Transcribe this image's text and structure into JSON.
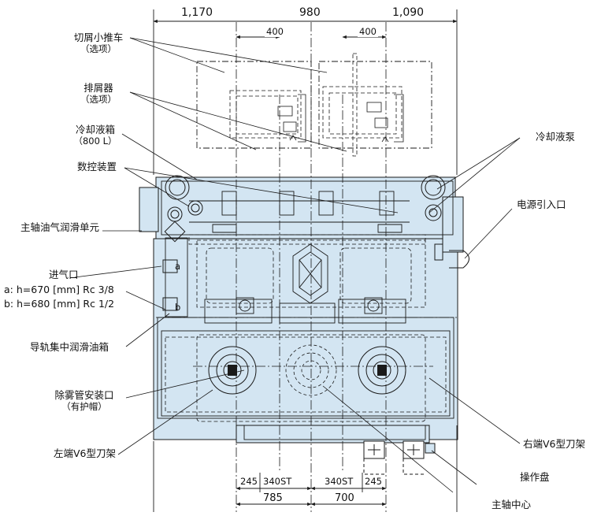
{
  "dimensions_top": {
    "left": "1,170",
    "middle": "980",
    "right": "1,090",
    "spindle_left": "400",
    "spindle_right": "400"
  },
  "dimensions_bottom": {
    "a": "245",
    "b": "340ST",
    "c": "340ST",
    "d": "245",
    "left_total": "785",
    "right_total": "700"
  },
  "labels": {
    "chip_cart": "切屑小推车",
    "chip_cart_opt": "（选项）",
    "chip_conveyor": "排屑器",
    "chip_conveyor_opt": "（选项）",
    "coolant_tank": "冷却液箱",
    "coolant_tank_cap": "（800 L）",
    "nc_unit": "数控装置",
    "spindle_lube": "主轴油气润滑单元",
    "air_inlet": "进气口",
    "air_a": "a: h=670 [mm] Rc 3/8",
    "air_b": "b: h=680 [mm] Rc 1/2",
    "way_lube_tank": "导轨集中润滑油箱",
    "mist_port": "除雾管安装口",
    "mist_port_cap": "（有护帽）",
    "left_turret": "左端V6型刀架",
    "coolant_pump": "冷却液泵",
    "power_inlet": "电源引入口",
    "right_turret": "右端V6型刀架",
    "operation_panel": "操作盘",
    "spindle_center": "主轴中心",
    "mark_a": "a",
    "mark_b": "b"
  },
  "colors": {
    "machine_fill": "#d3e5f2",
    "line": "#1a1a1a"
  }
}
